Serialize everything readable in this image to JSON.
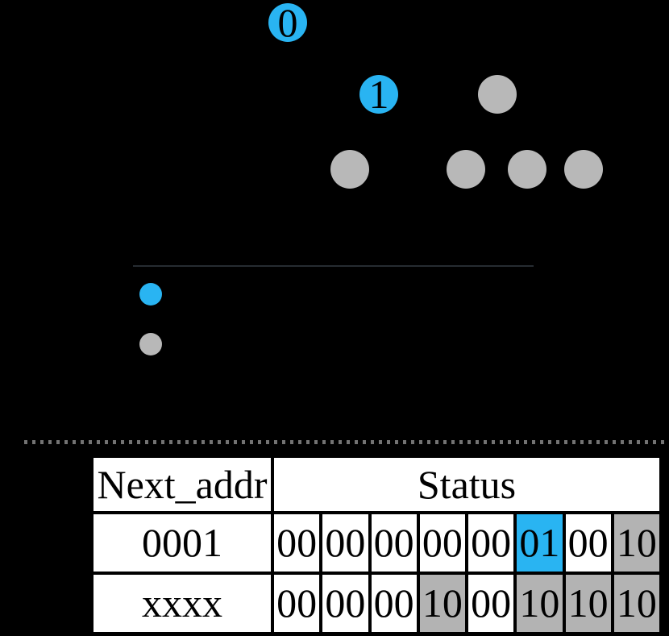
{
  "figure": {
    "colors": {
      "background": "#000000",
      "active_blue": "#29b4f2",
      "inactive_gray": "#b8b8b8",
      "table_cell_gray": "#b3b3b3",
      "dotted_divider_gray": "#737373",
      "legend_rule_dark": "#262c31"
    },
    "tree": {
      "nodes": [
        {
          "label": "0",
          "state": "active"
        },
        {
          "label": "1",
          "state": "active"
        },
        {
          "label": "",
          "state": "inactive"
        },
        {
          "label": "",
          "state": "inactive"
        },
        {
          "label": "",
          "state": "inactive"
        },
        {
          "label": "",
          "state": "inactive"
        },
        {
          "label": "",
          "state": "inactive"
        }
      ]
    },
    "table": {
      "headers": {
        "next_addr": "Next_addr",
        "status": "Status"
      },
      "rows": [
        {
          "next_addr": "0001",
          "status_cells": [
            {
              "text": "00",
              "bg": "bg-white"
            },
            {
              "text": "00",
              "bg": "bg-white"
            },
            {
              "text": "00",
              "bg": "bg-white"
            },
            {
              "text": "00",
              "bg": "bg-white"
            },
            {
              "text": "00",
              "bg": "bg-white"
            },
            {
              "text": "01",
              "bg": "bg-blue"
            },
            {
              "text": "00",
              "bg": "bg-white"
            },
            {
              "text": "10",
              "bg": "bg-gray"
            }
          ]
        },
        {
          "next_addr": "xxxx",
          "status_cells": [
            {
              "text": "00",
              "bg": "bg-white"
            },
            {
              "text": "00",
              "bg": "bg-white"
            },
            {
              "text": "00",
              "bg": "bg-white"
            },
            {
              "text": "10",
              "bg": "bg-gray"
            },
            {
              "text": "00",
              "bg": "bg-white"
            },
            {
              "text": "10",
              "bg": "bg-gray"
            },
            {
              "text": "10",
              "bg": "bg-gray"
            },
            {
              "text": "10",
              "bg": "bg-gray"
            }
          ]
        }
      ]
    }
  }
}
